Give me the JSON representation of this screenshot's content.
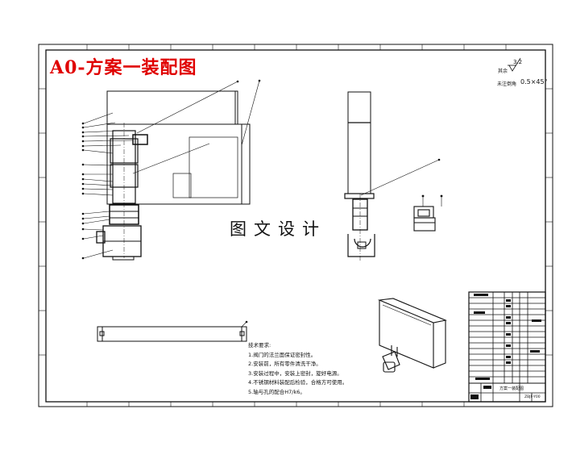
{
  "drawing": {
    "title": "A0-方案一装配图",
    "watermark": "图文设计",
    "surface_finish": {
      "label": "其余",
      "value": "3.2"
    },
    "chamfer": {
      "label": "未注倒角",
      "value": "0.5×45°"
    },
    "technical_requirements": {
      "heading": "技术要求:",
      "items": [
        "1.阀门的法兰面保证密封性。",
        "2.安装前，所有零件清洗干净。",
        "3.安装过程中，安装上密封，旋好电源。",
        "4.不锈钢材料装配后检验，合格方可使用。",
        "5.轴与孔的配合H7/k6。"
      ]
    },
    "title_block": {
      "name": "方案一装配图",
      "code": "ZBJF-Y00"
    }
  },
  "colors": {
    "title": "#e00000",
    "line": "#111111"
  }
}
